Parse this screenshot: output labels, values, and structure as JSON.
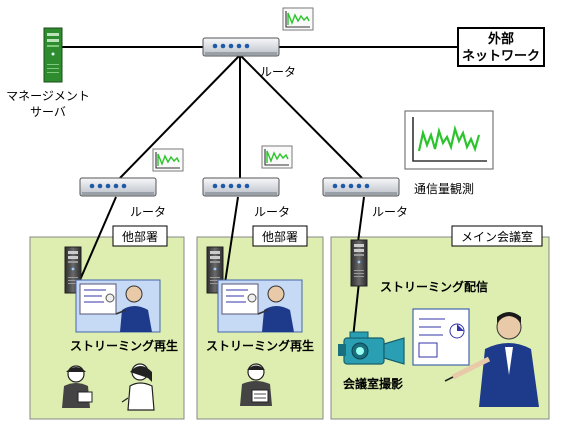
{
  "external_network": {
    "line1": "外部",
    "line2": "ネットワーク"
  },
  "management_server": {
    "line1": "マネージメント",
    "line2": "サーバ"
  },
  "routers": {
    "top": "ルータ",
    "left": "ルータ",
    "middle": "ルータ",
    "right": "ルータ"
  },
  "traffic_label": "通信量観測",
  "rooms": {
    "left": {
      "title": "他部署",
      "caption": "ストリーミング再生"
    },
    "middle": {
      "title": "他部署",
      "caption": "ストリーミング再生"
    },
    "main": {
      "title": "メイン会議室",
      "server_caption": "ストリーミング配信",
      "camera_caption": "会議室撮影"
    }
  },
  "colors": {
    "room_fill": "#ddeeb0",
    "router_fill": "#e9ecef",
    "server_green": "#2e8b2e",
    "camera_teal": "#2a9fb3",
    "person_suit": "#1e3a8a",
    "graph_line": "#2cc42c"
  }
}
